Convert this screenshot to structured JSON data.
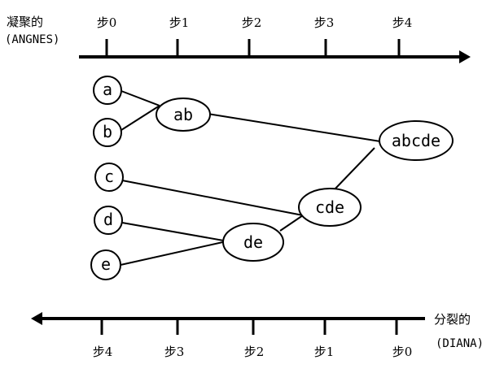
{
  "top_axis": {
    "title": "凝聚的",
    "subtitle": "(ANGNES)",
    "steps": [
      "步0",
      "步1",
      "步2",
      "步3",
      "步4"
    ]
  },
  "bottom_axis": {
    "title": "分裂的",
    "subtitle": "(DIANA)",
    "steps": [
      "步4",
      "步3",
      "步2",
      "步1",
      "步0"
    ]
  },
  "nodes": {
    "a": "a",
    "b": "b",
    "c": "c",
    "d": "d",
    "e": "e",
    "ab": "ab",
    "de": "de",
    "cde": "cde",
    "abcde": "abcde"
  }
}
